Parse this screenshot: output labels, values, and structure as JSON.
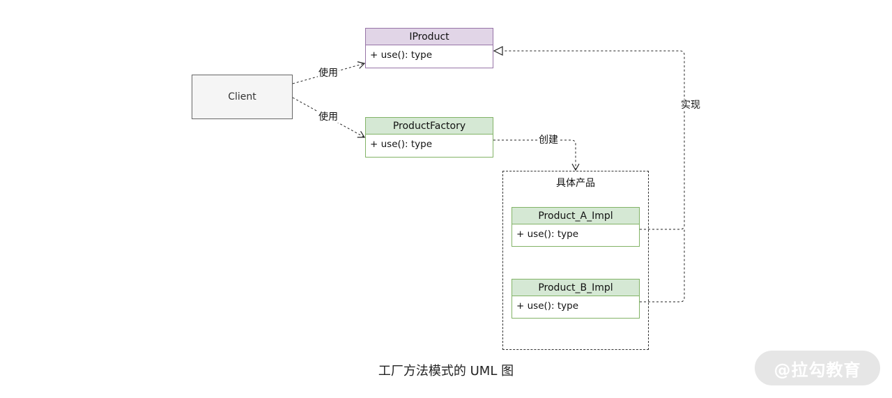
{
  "client": {
    "label": "Client"
  },
  "iproduct": {
    "name": "IProduct",
    "method": "+ use(): type"
  },
  "product_factory": {
    "name": "ProductFactory",
    "method": "+ use(): type"
  },
  "group": {
    "label": "具体产品"
  },
  "product_a": {
    "name": "Product_A_Impl",
    "method": "+ use(): type"
  },
  "product_b": {
    "name": "Product_B_Impl",
    "method": "+ use(): type"
  },
  "edges": {
    "client_to_iproduct": "使用",
    "client_to_factory": "使用",
    "factory_to_products": "创建",
    "products_to_iproduct": "实现"
  },
  "caption": "工厂方法模式的 UML 图",
  "watermark": "@拉勾教育",
  "colors": {
    "interface_fill": "#e1d5e7",
    "interface_border": "#9673a6",
    "class_fill": "#d5e8d4",
    "class_border": "#82b366",
    "client_fill": "#f5f5f5",
    "client_border": "#666666"
  }
}
